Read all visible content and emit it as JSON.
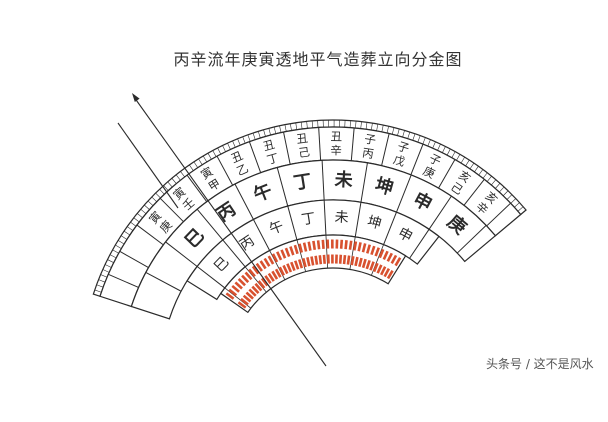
{
  "title": "丙辛流年庚寅透地平气造葬立向分金图",
  "watermark": "头条号 / 这不是风水",
  "rings": {
    "fenjin_labels": [
      "寅庚",
      "寅壬",
      "寅甲",
      "丑乙",
      "丑丁",
      "丑己",
      "丑辛",
      "子丙",
      "子戊",
      "子庚",
      "亥己",
      "亥辛"
    ],
    "mountains_outer": [
      "巳",
      "丙",
      "午",
      "丁",
      "未",
      "坤",
      "申",
      "庚"
    ],
    "mountains_inner": [
      "巳",
      "丙",
      "午",
      "丁",
      "未",
      "坤",
      "申"
    ]
  },
  "colors": {
    "ink": "#2b2b2b",
    "red": "#d8512f",
    "paper": "#ffffff"
  }
}
